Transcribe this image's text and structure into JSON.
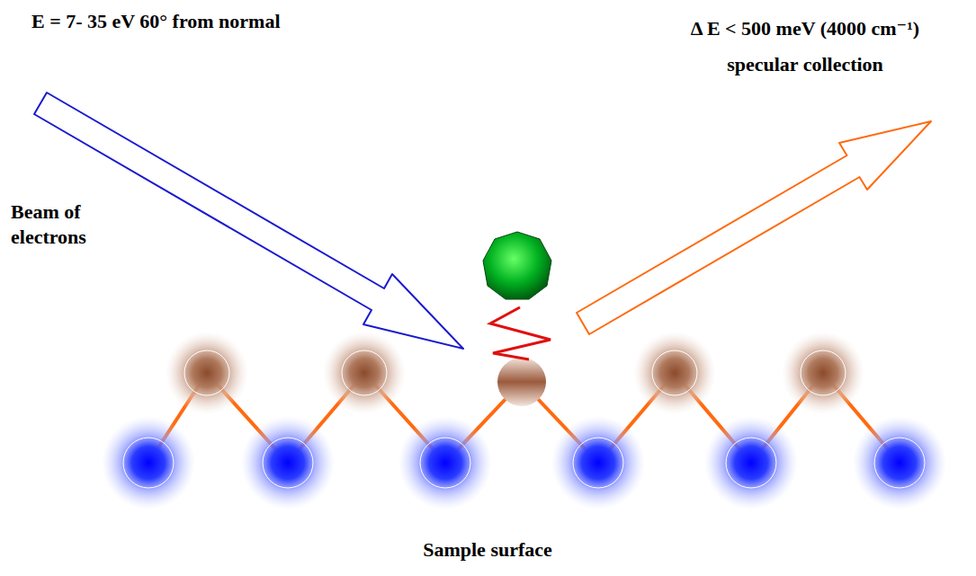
{
  "diagram": {
    "labels": [
      "E = 7- 35 eV 60° from normal",
      "Δ E < 500 meV (4000 cm⁻¹)",
      "specular collection",
      "Beam of electrons",
      "Sample surface"
    ]
  }
}
